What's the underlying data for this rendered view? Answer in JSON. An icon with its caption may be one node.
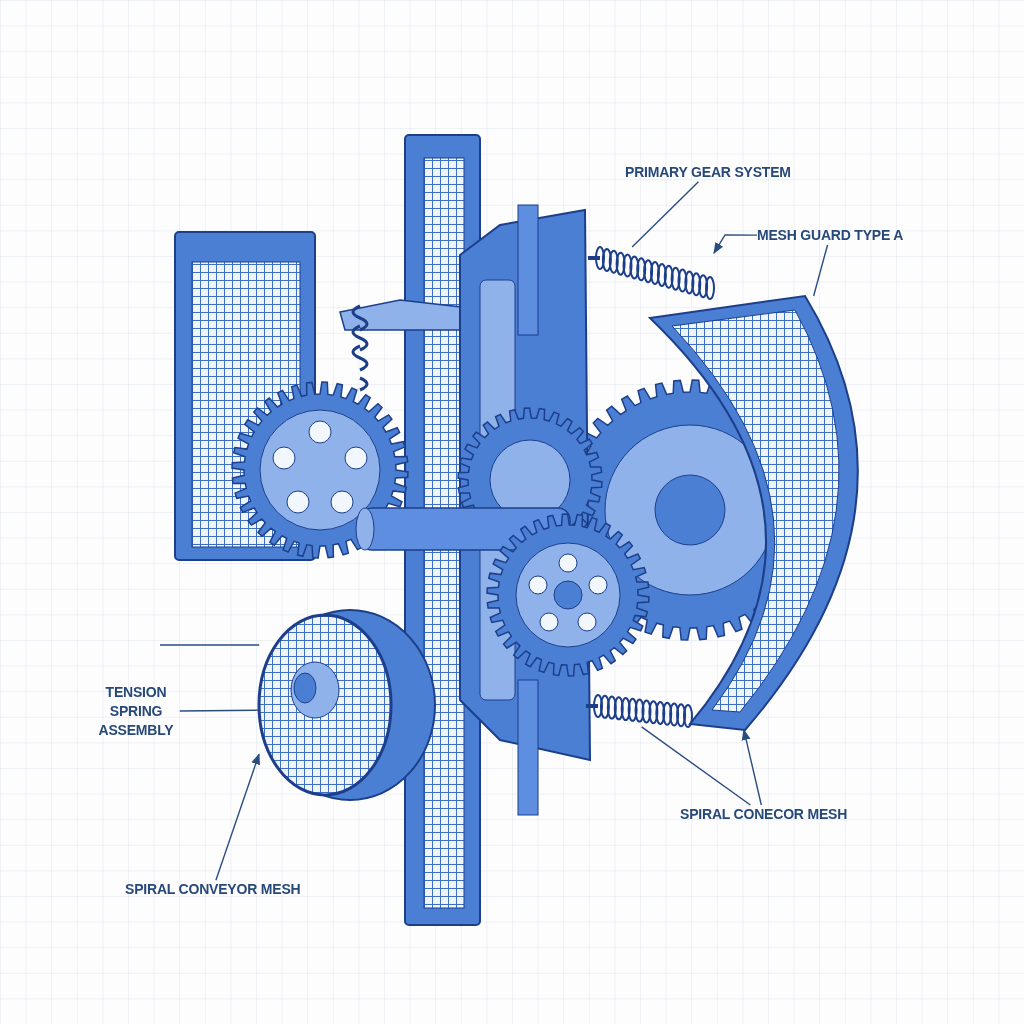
{
  "diagram": {
    "nodes": [
      {
        "text": [
          "PRIMARY GEAR SYSTEM"
        ]
      },
      {
        "text": [
          "MESH GUARD TYPE A"
        ]
      },
      {
        "text": [
          "TENSION SPRING ASSEMBLY"
        ]
      },
      {
        "text": [
          "SPIRAL CONVEYOR MESH"
        ]
      },
      {
        "text": [
          "SPIRAL CONECOR MESH"
        ]
      },
      {
        "text": [],
        "shape": "picture"
      },
      {
        "text": [],
        "shape": "picture"
      },
      {
        "text": [],
        "shape": "picture"
      },
      {
        "text": [],
        "shape": "picture"
      }
    ],
    "edges": [
      {
        "from": 0,
        "to": 5,
        "arrow": "none"
      },
      {
        "from": 1,
        "to": 5,
        "arrow": "to"
      },
      {
        "from": 1,
        "to": 6,
        "arrow": "none"
      },
      {
        "from": null,
        "to": 7,
        "arrow": "none"
      },
      {
        "from": 2,
        "to": 7,
        "arrow": "none"
      },
      {
        "from": 3,
        "to": 7,
        "arrow": "to"
      },
      {
        "from": 4,
        "to": 8,
        "arrow": "none"
      },
      {
        "from": 4,
        "to": 6,
        "arrow": "to"
      }
    ]
  }
}
